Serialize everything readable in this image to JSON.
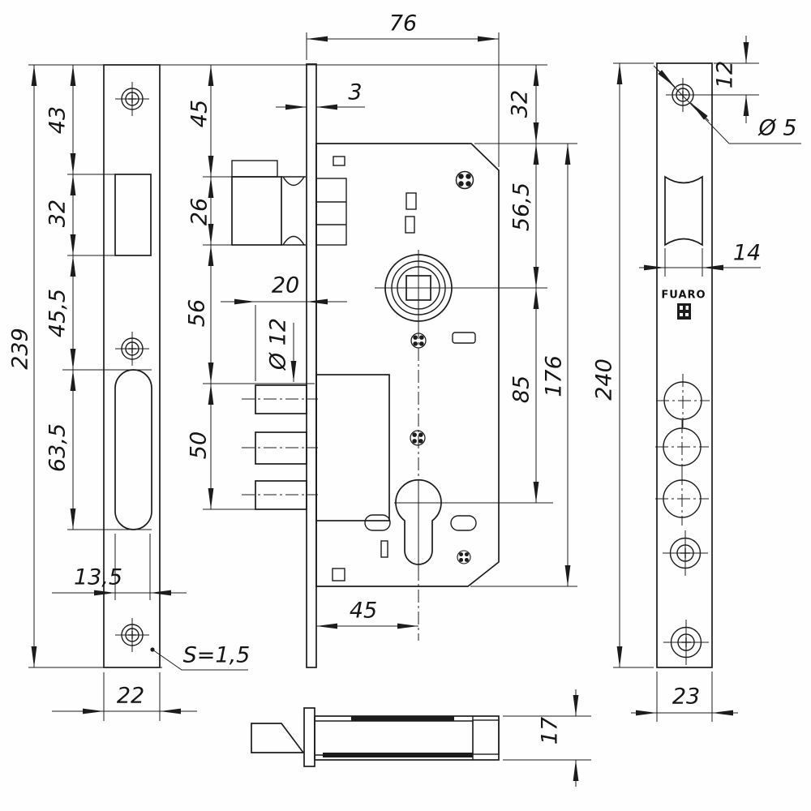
{
  "drawing": {
    "type": "mortise lock installation drawing",
    "brand": "FUARO"
  },
  "views": {
    "strike_plate": {
      "dims": {
        "overall_height": "239",
        "top_to_cutout": "43",
        "latch_cutout_height": "32",
        "cutout_gap": "45,5",
        "bolt_cutout_height": "63,5",
        "cutout_width": "13,5",
        "plate_width": "22",
        "sheet_thickness": "S=1,5"
      }
    },
    "lock_body": {
      "dims": {
        "body_depth": "76",
        "faceplate_thickness": "3",
        "top_to_latch": "45",
        "latch_height": "26",
        "latch_to_bolt": "56",
        "bolt_throw": "20",
        "bolt_pin_diameter": "Ø 12",
        "bolt_stack_height": "50",
        "backset": "45",
        "top_margin": "32",
        "body_top_to_spindle": "56,5",
        "spindle_to_cylinder": "85",
        "body_height": "176"
      }
    },
    "faceplate": {
      "dims": {
        "top_to_screw_center": "12",
        "screw_hole_diameter": "Ø 5",
        "roller_width": "14",
        "overall_height": "240",
        "plate_width": "23"
      }
    },
    "bottom_view": {
      "dims": {
        "body_thickness": "17"
      }
    }
  }
}
